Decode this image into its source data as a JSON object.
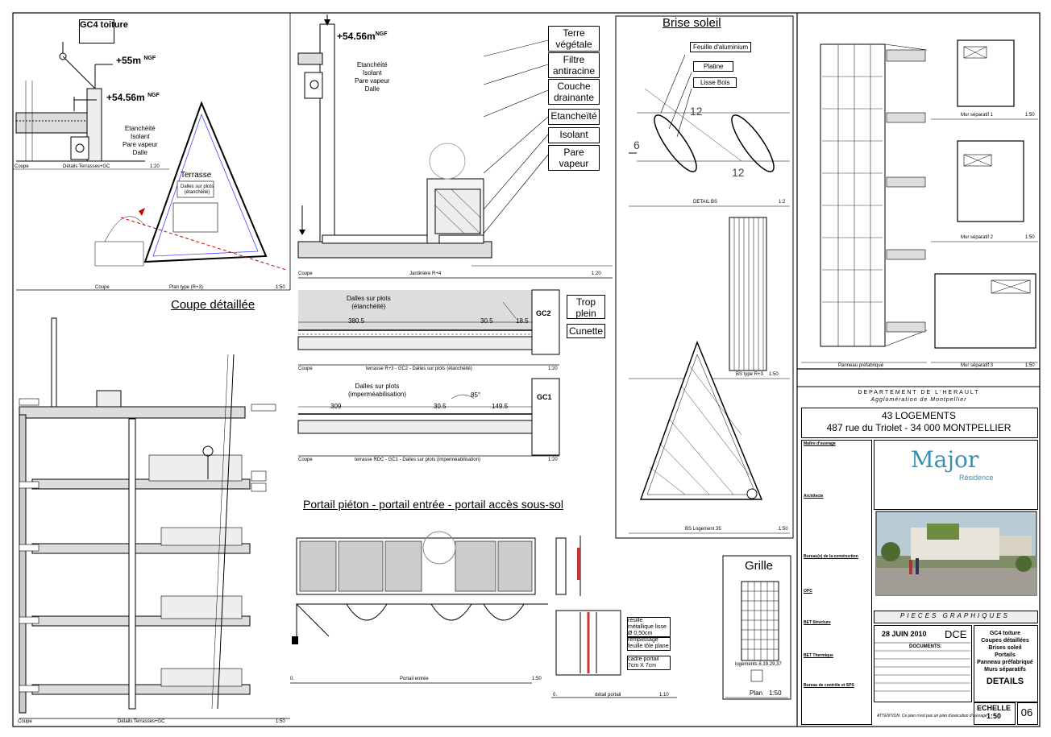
{
  "top_left": {
    "gc4": "GC4 toiture",
    "level_55": "+55m",
    "ngf": "NGF",
    "level_5456": "+54.56m",
    "layers_1": "Etanchéité",
    "layers_2": "Isolant",
    "layers_3": "Pare vapeur",
    "layers_4": "Dalle",
    "coupe": "Coupe",
    "details": "Détails Terrasses+GC",
    "scale_120": "1:20",
    "terrasse": "Terrasse",
    "dalles": "Dalles sur plots",
    "etancheite": "(étanchéité)",
    "plan_type": "Plan type (R+3)",
    "scale_150": "1:50"
  },
  "jardiniere": {
    "level": "+54.56m",
    "ngf": "NGF",
    "l1": "Etanchéité",
    "l2": "Isolant",
    "l3": "Pare vapeur",
    "l4": "Dalle",
    "label_terre": "Terre végétale",
    "label_filtre": "Filtre antiracine",
    "label_couche": "Couche drainante",
    "label_etanch": "Etancheïté",
    "label_isolant": "Isolant",
    "label_pare": "Pare vapeur",
    "caption": "Jardinière R+4",
    "scale": "1:20",
    "coupe": "Coupe"
  },
  "terrasse_r3": {
    "dalles": "Dalles sur plots",
    "etanch": "(étanchéité)",
    "dim1": "380.5",
    "dim2": "30.5",
    "dim3": "18.5",
    "gc2": "GC2",
    "trop": "Trop plein",
    "cunette": "Cunette",
    "coupe": "Coupe",
    "caption": "terrasse R+3   -   GC2 -  Dalles sur plots (étanchéité)",
    "scale": "1:20"
  },
  "terrasse_rdc": {
    "dalles": "Dalles sur plots",
    "imper": "(imperméabilisation)",
    "dim1": "309",
    "dim2": "30.5",
    "dim3": "149.5",
    "gc1": "GC1",
    "angle": "85°",
    "coupe": "Coupe",
    "caption": "terrasse RDC   -   GC1  -   Dalles sur plots (imperméabilisation)",
    "scale": "1:20"
  },
  "coupe_detaillee": {
    "title": "Coupe détaillée",
    "coupe": "Coupe",
    "details": "Détails Terrasses+GC",
    "scale": "1:50"
  },
  "portail": {
    "title": "Portail piéton - portail entrée - portail accès sous-sol",
    "caption": "Portail entrée",
    "scale": "1:50",
    "zero": "0.",
    "resille": "résille métallique lisse Ø 0,50cm",
    "remplissage": "remplissage feuille tôle plane",
    "cadre": "cadre portail 7cm X 7cm",
    "detail": "détail portail",
    "detail_scale": "1:10"
  },
  "brise_soleil": {
    "title": "Brise soleil",
    "alu": "Feuille d'aluminium",
    "platine": "Platine",
    "lisse": "Lisse Bois",
    "dim12a": "12",
    "dim6": "6",
    "dim12b": "12",
    "detail": "DETAIL BS",
    "detail_scale": "1:2",
    "bs_type": "BS type R+3",
    "bs_type_scale": "1:50",
    "bs_logement": "BS Logement 35",
    "bs_logement_scale": "1:50"
  },
  "grille": {
    "title": "Grille",
    "logements": "logements 8,19,29,37",
    "plan": "Plan",
    "scale": "1:50"
  },
  "panneaux": {
    "mur1": "Mur séparatif 1",
    "mur2": "Mur séparatif 2",
    "mur3": "Mur séparatif 3",
    "panneau": "Panneau préfabriqué",
    "scale": "1:50"
  },
  "cartouche": {
    "dept": "DEPARTEMENT DE L'HERAULT",
    "agglo": "Agglomération de Montpellier",
    "project": "43 LOGEMENTS",
    "address": "487 rue du Triolet  -  34 000 MONTPELLIER",
    "maitre": "Maître d'ouvrage",
    "architecte": "Architecte",
    "bureau": "Bureau(x) de la construction",
    "opc": "OPC",
    "bet_structure": "BET Structure",
    "bet_thermique": "BET Thermique",
    "bureau_controle": "Bureau de contrôle et SPS",
    "logo_name": "Major",
    "logo_sub": "Résidence",
    "pieces": "PIECES GRAPHIQUES",
    "date": "28 JUIN 2010",
    "phase": "DCE",
    "documents": "DOCUMENTS:",
    "contents_1": "GC4 toiture",
    "contents_2": "Coupes détaillées",
    "contents_3": "Brises soleil",
    "contents_4": "Portails",
    "contents_5": "Panneau préfabriqué",
    "contents_6": "Murs séparatifs",
    "details_label": "DETAILS",
    "echelle": "ECHELLE",
    "echelle_val": "1:50",
    "sheet": "06",
    "attention": "ATTENTION: Ce plan n'est pas un plan d'exécution d'ouvrage"
  }
}
